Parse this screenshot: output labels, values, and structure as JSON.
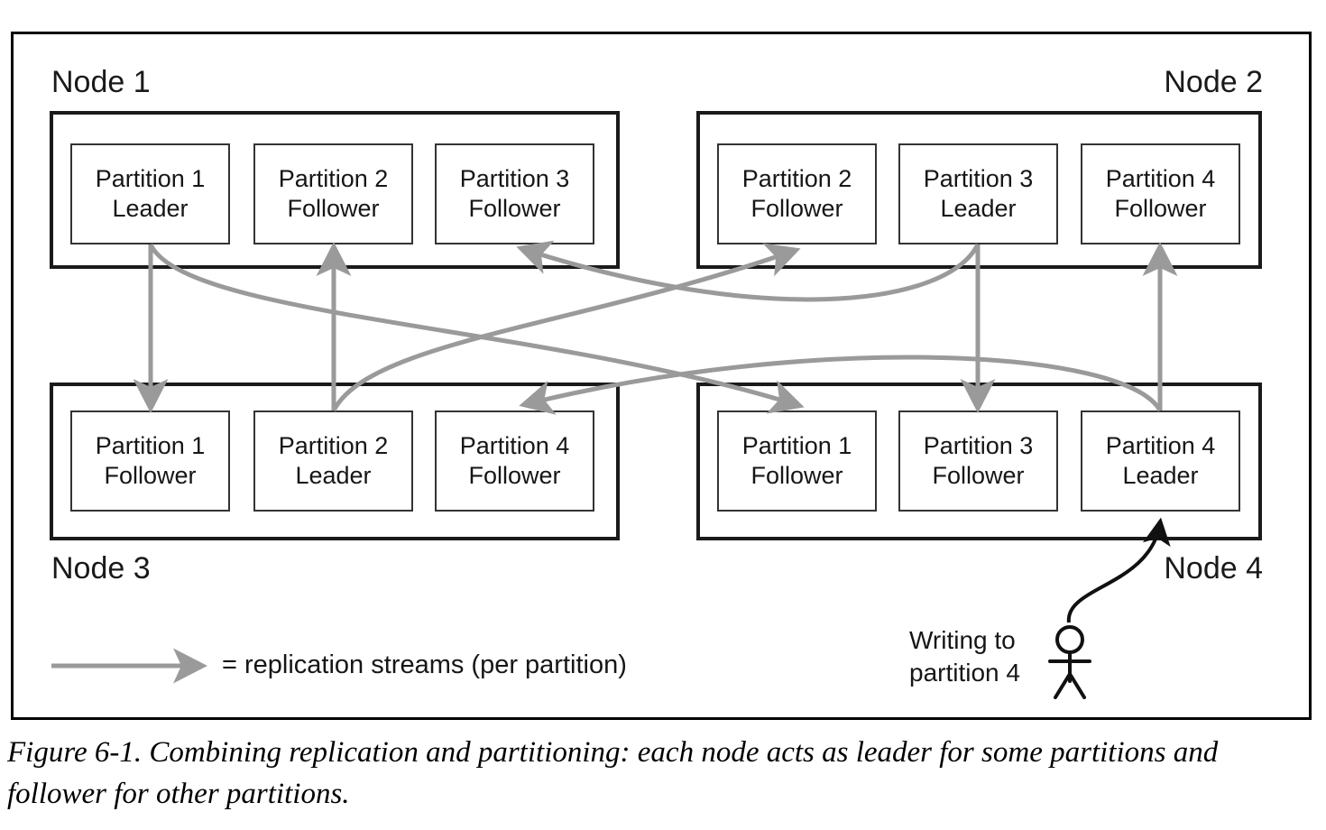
{
  "figure": {
    "caption": "Figure 6-1. Combining replication and partitioning: each node acts as leader for some partitions and follower for other partitions."
  },
  "nodes": [
    {
      "id": "node-1",
      "label": "Node 1",
      "label_position": "top-left",
      "partitions": [
        {
          "name": "Partition 1",
          "role": "Leader"
        },
        {
          "name": "Partition 2",
          "role": "Follower"
        },
        {
          "name": "Partition 3",
          "role": "Follower"
        }
      ]
    },
    {
      "id": "node-2",
      "label": "Node 2",
      "label_position": "top-right",
      "partitions": [
        {
          "name": "Partition 2",
          "role": "Follower"
        },
        {
          "name": "Partition 3",
          "role": "Leader"
        },
        {
          "name": "Partition 4",
          "role": "Follower"
        }
      ]
    },
    {
      "id": "node-3",
      "label": "Node 3",
      "label_position": "bottom-left",
      "partitions": [
        {
          "name": "Partition 1",
          "role": "Follower"
        },
        {
          "name": "Partition 2",
          "role": "Leader"
        },
        {
          "name": "Partition 4",
          "role": "Follower"
        }
      ]
    },
    {
      "id": "node-4",
      "label": "Node 4",
      "label_position": "bottom-right",
      "partitions": [
        {
          "name": "Partition 1",
          "role": "Follower"
        },
        {
          "name": "Partition 3",
          "role": "Follower"
        },
        {
          "name": "Partition 4",
          "role": "Leader"
        }
      ]
    }
  ],
  "legend": {
    "text": "= replication streams (per partition)",
    "arrow_icon": "arrow-right-icon"
  },
  "writer": {
    "line1": "Writing to",
    "line2": "partition 4",
    "icon": "stick-figure-user-icon"
  },
  "colors": {
    "stream_arrow": "#9a9a9a",
    "node_border": "#1a1a1a",
    "partition_border": "#333333",
    "text": "#161616",
    "frame_border": "#000000"
  },
  "replication_streams": [
    {
      "from": "node-1 / Partition 1 Leader",
      "to": "node-3 / Partition 1 Follower"
    },
    {
      "from": "node-1 / Partition 1 Leader",
      "to": "node-4 / Partition 1 Follower"
    },
    {
      "from": "node-3 / Partition 2 Leader",
      "to": "node-1 / Partition 2 Follower"
    },
    {
      "from": "node-3 / Partition 2 Leader",
      "to": "node-2 / Partition 2 Follower"
    },
    {
      "from": "node-2 / Partition 3 Leader",
      "to": "node-1 / Partition 3 Follower"
    },
    {
      "from": "node-2 / Partition 3 Leader",
      "to": "node-4 / Partition 3 Follower"
    },
    {
      "from": "node-4 / Partition 4 Leader",
      "to": "node-2 / Partition 4 Follower"
    },
    {
      "from": "node-4 / Partition 4 Leader",
      "to": "node-3 / Partition 4 Follower"
    }
  ]
}
